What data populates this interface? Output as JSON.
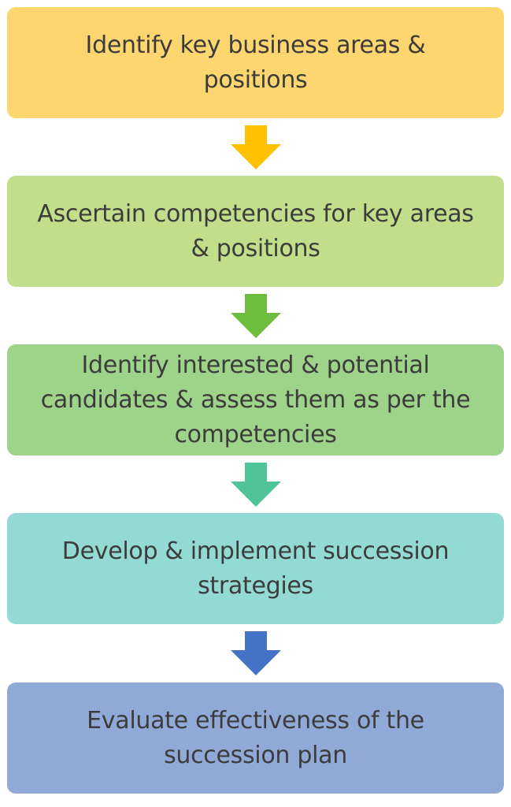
{
  "steps": [
    {
      "label": "Identify key business areas & positions",
      "color": "#FED670"
    },
    {
      "label": "Ascertain competencies for key areas & positions",
      "color": "#C1DE8B"
    },
    {
      "label": "Identify interested & potential candidates & assess them as per the competencies",
      "color": "#9ED38A"
    },
    {
      "label": "Develop & implement succession strategies",
      "color": "#93DAD5"
    },
    {
      "label": "Evaluate effectiveness of the succession plan",
      "color": "#91A9D6"
    }
  ],
  "arrows": [
    {
      "color": "#FFC000"
    },
    {
      "color": "#6DBE3E"
    },
    {
      "color": "#4FC499"
    },
    {
      "color": "#4472C4"
    }
  ]
}
